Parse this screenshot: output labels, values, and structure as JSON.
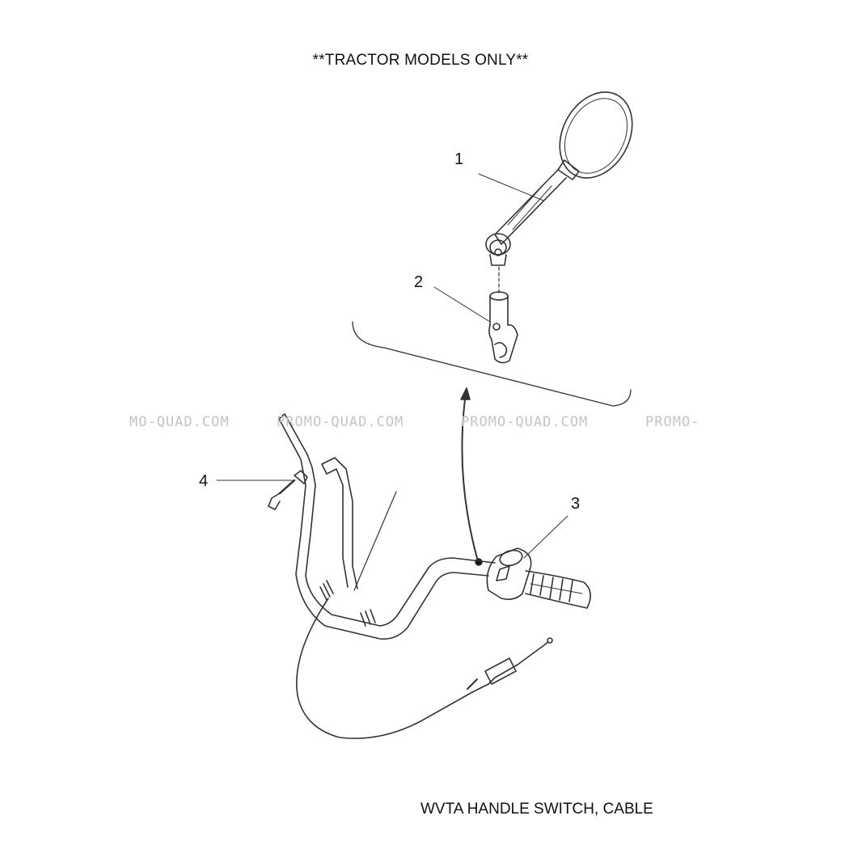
{
  "header": {
    "title": "**TRACTOR MODELS ONLY**"
  },
  "footer": {
    "caption": "WVTA HANDLE SWITCH, CABLE"
  },
  "callouts": [
    {
      "id": "1",
      "label": "1"
    },
    {
      "id": "2",
      "label": "2"
    },
    {
      "id": "3",
      "label": "3"
    },
    {
      "id": "4",
      "label": "4"
    }
  ],
  "watermark": {
    "items": [
      "MO-QUAD.COM",
      "PROMO-QUAD.COM",
      "PROMO-QUAD.COM",
      "PROMO-"
    ]
  },
  "icons": {
    "mirror": "rear-view-mirror-icon",
    "bracket": "mirror-bracket-icon",
    "switch": "handle-switch-icon",
    "handlebar": "handlebar-icon",
    "cable": "throttle-cable-icon",
    "connector": "cable-connector-icon"
  },
  "colors": {
    "line": "#333333",
    "watermark": "#c4c4c4",
    "text": "#111111"
  }
}
